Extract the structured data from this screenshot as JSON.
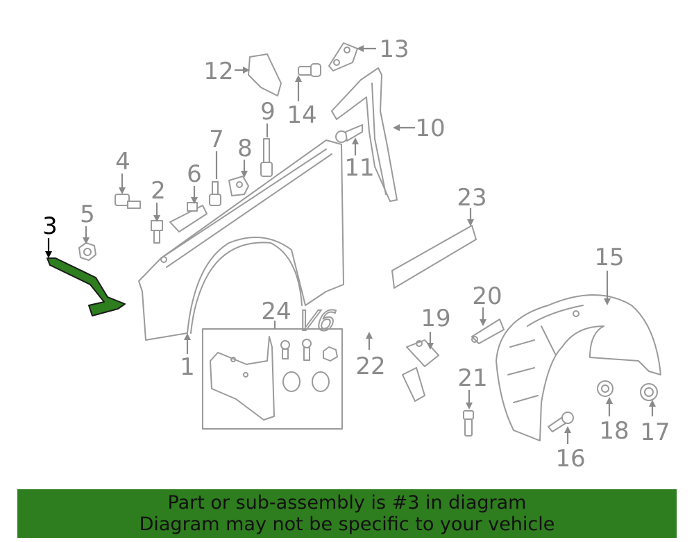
{
  "callouts": [
    {
      "id": "1",
      "text": "1"
    },
    {
      "id": "2",
      "text": "2"
    },
    {
      "id": "3",
      "text": "3",
      "highlighted": true
    },
    {
      "id": "4",
      "text": "4"
    },
    {
      "id": "5",
      "text": "5"
    },
    {
      "id": "6",
      "text": "6"
    },
    {
      "id": "7",
      "text": "7"
    },
    {
      "id": "8",
      "text": "8"
    },
    {
      "id": "9",
      "text": "9"
    },
    {
      "id": "10",
      "text": "10"
    },
    {
      "id": "11",
      "text": "11"
    },
    {
      "id": "12",
      "text": "12"
    },
    {
      "id": "13",
      "text": "13"
    },
    {
      "id": "14",
      "text": "14"
    },
    {
      "id": "15",
      "text": "15"
    },
    {
      "id": "16",
      "text": "16"
    },
    {
      "id": "17",
      "text": "17"
    },
    {
      "id": "18",
      "text": "18"
    },
    {
      "id": "19",
      "text": "19"
    },
    {
      "id": "20",
      "text": "20"
    },
    {
      "id": "21",
      "text": "21"
    },
    {
      "id": "22",
      "text": "22"
    },
    {
      "id": "23",
      "text": "23"
    },
    {
      "id": "24",
      "text": "24"
    }
  ],
  "emblem_text": "V6",
  "banner": {
    "line1": "Part or sub-assembly is #3 in diagram",
    "line2": "Diagram may not be specific to your vehicle"
  },
  "colors": {
    "highlight": "#2e7d1e",
    "banner_bg": "#2e7d1e",
    "linework": "#9a9a9a"
  }
}
